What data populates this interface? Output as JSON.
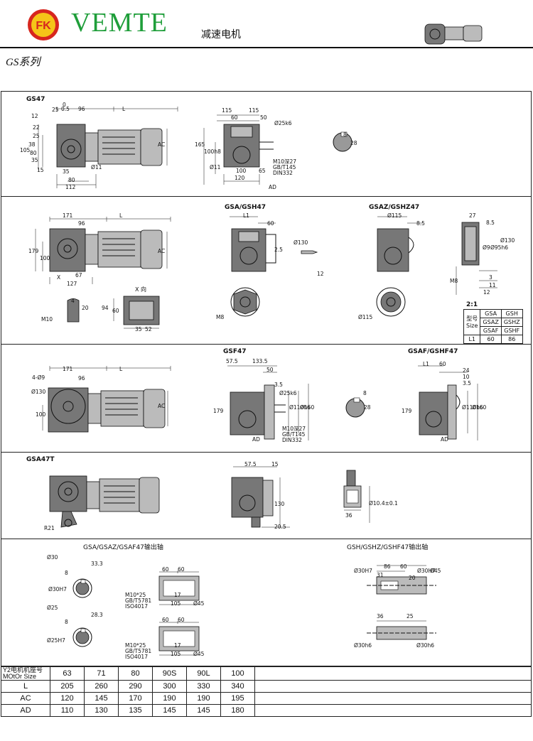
{
  "header": {
    "logo_text": "FK",
    "brand": "VEMTE",
    "subtitle": "减速电机",
    "series": "GS系列"
  },
  "colors": {
    "brand_green": "#1f9e3a",
    "logo_red": "#d7261e",
    "logo_yellow": "#f5c518"
  },
  "sections": {
    "gs47": {
      "title": "GS47",
      "dims": [
        "12",
        "25",
        "0.5",
        "0",
        "96",
        "L",
        "22",
        "25",
        "38",
        "105",
        "80",
        "35",
        "15",
        "35",
        "Ø11",
        "112",
        "80",
        "AC",
        "115",
        "115",
        "60",
        "50",
        "165",
        "100h8",
        "Ø11",
        "100",
        "65",
        "120",
        "AD",
        "Ø25k6",
        "M10深27",
        "GB/T145",
        "DIN332",
        "8",
        "28"
      ]
    },
    "gsa47": {
      "title": "GSA/GSH47",
      "title_z": "GSAZ/GSHZ47",
      "x_view": "X 向",
      "dims": [
        "171",
        "96",
        "L",
        "179",
        "100",
        "X",
        "67",
        "127",
        "AC",
        "M10",
        "4",
        "20",
        "94",
        "60",
        "35",
        "52",
        "L1",
        "60",
        "2.5",
        "Ø130",
        "12",
        "M8",
        "Ø115",
        "8.5",
        "Ø115",
        "27",
        "8.5",
        "Ø9",
        "Ø95h6",
        "Ø130",
        "3",
        "11",
        "12",
        "M8",
        "2:1"
      ],
      "size_table": {
        "header": [
          "型号\nSize",
          "GSA",
          "GSH"
        ],
        "rows": [
          [
            "GSAZ",
            "GSHZ"
          ],
          [
            "GSAF",
            "GSHF"
          ]
        ],
        "l1_label": "L1",
        "l1_values": [
          "60",
          "86"
        ]
      }
    },
    "gsf47": {
      "title": "GSF47",
      "title_af": "GSAF/GSHF47",
      "dims": [
        "4-Ø9",
        "171",
        "96",
        "L",
        "Ø130",
        "100",
        "AC",
        "57.5",
        "133.5",
        "50",
        "3.5",
        "Ø25k6",
        "Ø110h6",
        "Ø160",
        "179",
        "M10深27",
        "GB/T145",
        "DIN332",
        "AD",
        "8",
        "28",
        "L1",
        "60",
        "24",
        "10",
        "3.5",
        "179",
        "Ø110h6",
        "Ø160",
        "AD"
      ]
    },
    "gsa47t": {
      "title": "GSA47T",
      "dims": [
        "R21",
        "57.5",
        "15",
        "130",
        "20.5",
        "36",
        "Ø10.4±0.1"
      ]
    },
    "output_shafts": {
      "left_title": "GSA/GSAZ/GSAF47输出轴",
      "right_title": "GSH/GSHZ/GSHF47输出轴",
      "dims": [
        "Ø30",
        "8",
        "33.3",
        "Ø30H7",
        "60",
        "60",
        "M10*25",
        "GB/T5781",
        "ISO4017",
        "17",
        "105",
        "Ø45",
        "Ø25",
        "8",
        "28.3",
        "Ø25H7",
        "60",
        "60",
        "M10*25",
        "GB/T5781",
        "ISO4017",
        "17",
        "105",
        "Ø45",
        "Ø30H7",
        "86",
        "60",
        "31",
        "Ø30H7",
        "Ø45",
        "20",
        "36",
        "25",
        "Ø30h6",
        "Ø30h6"
      ]
    }
  },
  "motor_table": {
    "header_label": "Y2电机机座号\nMOtOr Size",
    "sizes": [
      "63",
      "71",
      "80",
      "90S",
      "90L",
      "100"
    ],
    "rows": [
      {
        "label": "L",
        "values": [
          "205",
          "260",
          "290",
          "300",
          "330",
          "340"
        ]
      },
      {
        "label": "AC",
        "values": [
          "120",
          "145",
          "170",
          "190",
          "190",
          "195"
        ]
      },
      {
        "label": "AD",
        "values": [
          "110",
          "130",
          "135",
          "145",
          "145",
          "180"
        ]
      }
    ]
  }
}
